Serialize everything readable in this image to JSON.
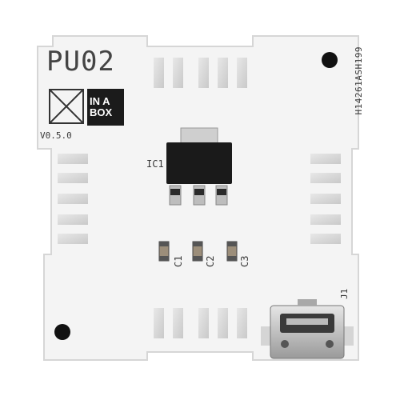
{
  "board": {
    "title": "PU02",
    "version": "V0.5.0",
    "serial": "H14261ASH199",
    "ic_label": "IC1",
    "capacitors": [
      "C1",
      "C2",
      "C3"
    ],
    "connector_label": "J1",
    "logo_line1": "IN A",
    "logo_line2": "BOX",
    "logo_icon": "x-box-logo-icon"
  },
  "colors": {
    "pcb": "#f4f4f4",
    "background": "#ffffff",
    "pads": "#d9d9d9",
    "chip": "#1a1a1a",
    "hole": "#111111"
  }
}
